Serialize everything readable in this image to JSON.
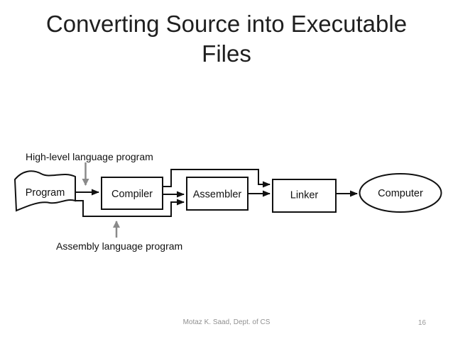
{
  "slide": {
    "title": "Converting Source into Executable\nFiles",
    "footer_text": "Motaz K. Saad, Dept. of CS",
    "page_number": "16"
  },
  "diagram": {
    "nodes": {
      "program": "Program",
      "compiler": "Compiler",
      "assembler": "Assembler",
      "linker": "Linker",
      "computer": "Computer"
    },
    "annotations": {
      "high_level": "High-level language program",
      "assembly": "Assembly language program"
    },
    "flow_description": "Program -> Compiler -> Assembler -> Linker -> Computer, with bypass paths Compiler->Linker and Program->Assembler",
    "colors": {
      "diagram_line": "#111111",
      "annotation_arrow": "#8a8a8a",
      "title_text": "#1f1f1f",
      "footer_text": "#909090"
    }
  }
}
